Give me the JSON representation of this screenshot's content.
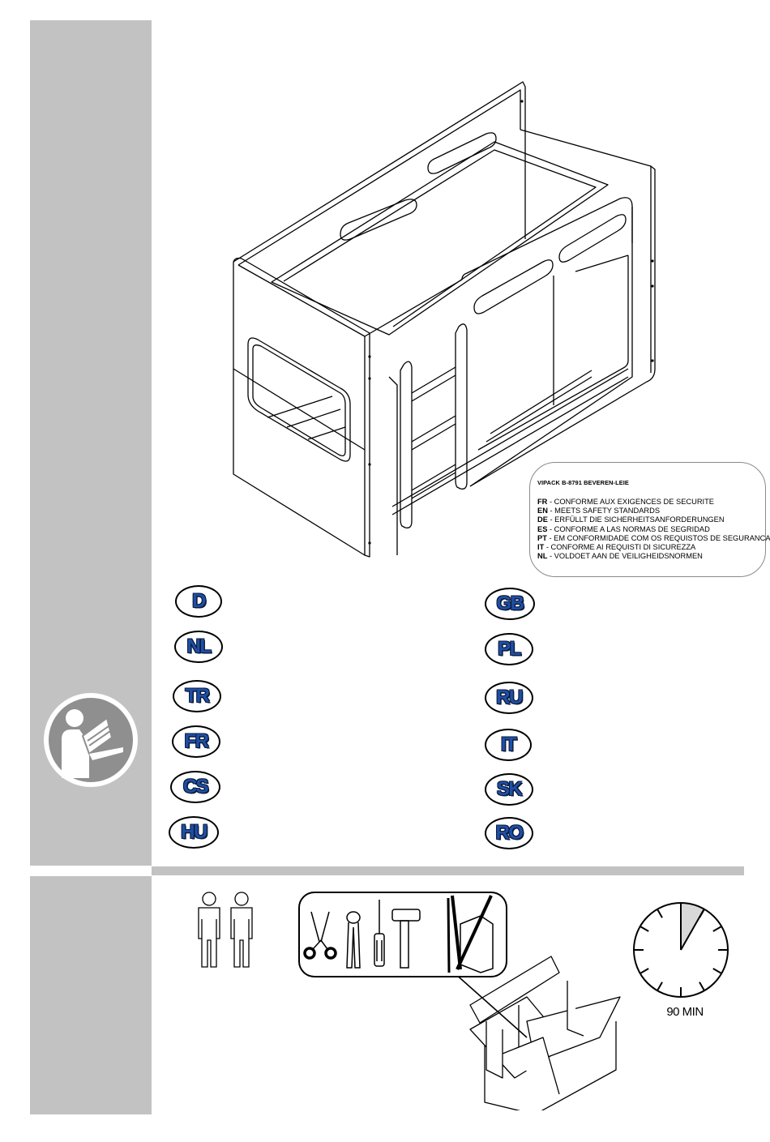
{
  "certification": {
    "title": "VIPACK B-8791 BEVEREN-LEIE",
    "lines": [
      {
        "code": "FR",
        "text": " - CONFORME AUX EXIGENCES DE SECURITE"
      },
      {
        "code": "EN",
        "text": " - MEETS SAFETY STANDARDS"
      },
      {
        "code": "DE",
        "text": " - ERFÜLLT DIE SICHERHEITSANFORDERUNGEN"
      },
      {
        "code": "ES",
        "text": " - CONFORME A LAS NORMAS DE SEGRIDAD"
      },
      {
        "code": "PT",
        "text": " - EM CONFORMIDADE COM OS REQUISTOS DE SEGURANCA"
      },
      {
        "code": "IT",
        "text": " - CONFORME AI REQUISTI DI SICUREZZA"
      },
      {
        "code": "NL",
        "text": " - VOLDOET AAN DE VEILIGHEIDSNORMEN"
      }
    ]
  },
  "languages": {
    "left": [
      "D",
      "NL",
      "TR",
      "FR",
      "CS",
      "HU"
    ],
    "right": [
      "GB",
      "PL",
      "RU",
      "IT",
      "SK",
      "RO"
    ]
  },
  "assembly": {
    "persons_icon": "two-persons-icon",
    "tools_icons": [
      "scissors-icon",
      "pincers-icon",
      "screwdriver-icon",
      "hammer-icon",
      "no-drill-icon"
    ],
    "time_label": "90 MIN"
  },
  "colors": {
    "sidebar": "#c2c2c2",
    "language_text": "#1f4fa6"
  }
}
